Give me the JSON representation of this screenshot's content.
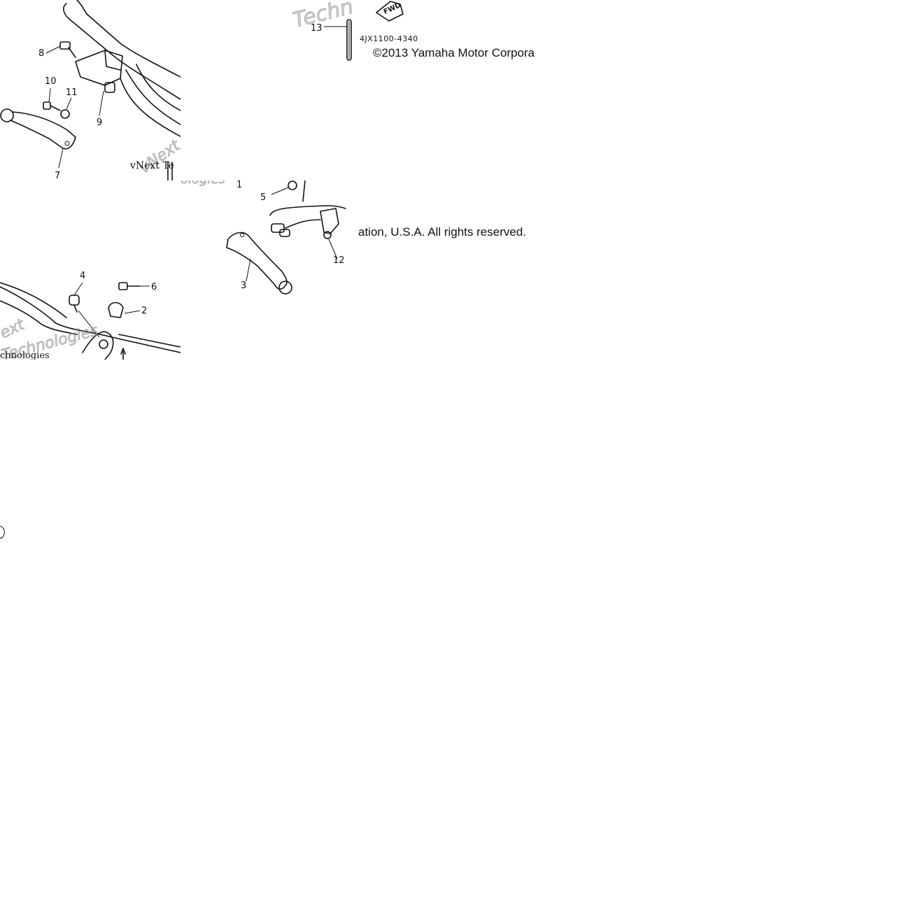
{
  "callouts": {
    "c1": "1",
    "c2": "2",
    "c3": "3",
    "c4": "4",
    "c5": "5",
    "c6": "6",
    "c7": "7",
    "c8": "8",
    "c9": "9",
    "c10": "10",
    "c11": "11",
    "c12": "12",
    "c13": "13"
  },
  "fwd_label": "FWD",
  "part_code": "4JX1100-4340",
  "copyright_part1": "©2013 Yamaha Motor Corpora",
  "copyright_part2": "ation, U.S.A. All rights reserved.",
  "watermarks": {
    "w1": "Techn",
    "w2": "vNext",
    "w3": "vNext Te",
    "w4": "ologies",
    "w5": "Technologies",
    "w6": "ext",
    "w7": "chnologies"
  }
}
